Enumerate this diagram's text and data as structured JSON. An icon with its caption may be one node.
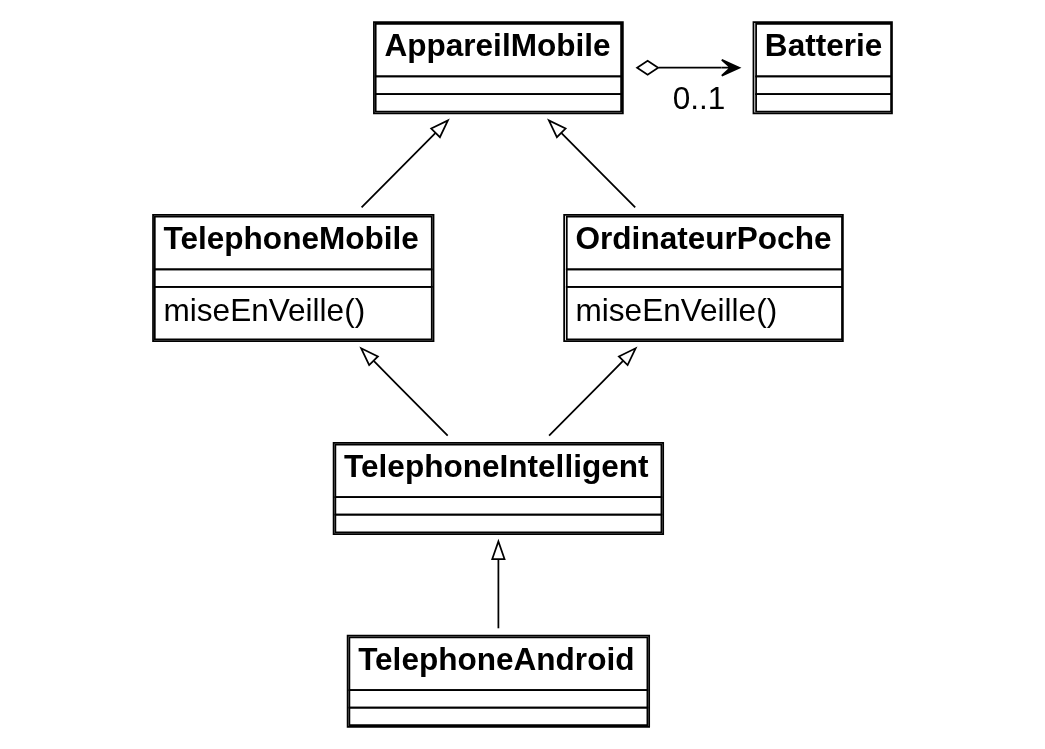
{
  "diagram": {
    "nodes": [
      {
        "text": [
          "AppareilMobile"
        ]
      },
      {
        "text": [
          "Batterie"
        ]
      },
      {
        "text": [
          "TelephoneMobile",
          "miseEnVeille()"
        ]
      },
      {
        "text": [
          "OrdinateurPoche",
          "miseEnVeille()"
        ]
      },
      {
        "text": [
          "TelephoneIntelligent"
        ]
      },
      {
        "text": [
          "TelephoneAndroid"
        ]
      }
    ],
    "edges": [
      {
        "from": 0,
        "to": 1,
        "arrow": "to",
        "label": "0..1"
      },
      {
        "from": 2,
        "to": 0,
        "arrow": "to"
      },
      {
        "from": 3,
        "to": 0,
        "arrow": "to"
      },
      {
        "from": 4,
        "to": 2,
        "arrow": "to"
      },
      {
        "from": 4,
        "to": 3,
        "arrow": "to"
      },
      {
        "from": 5,
        "to": 4,
        "arrow": "to"
      }
    ]
  }
}
